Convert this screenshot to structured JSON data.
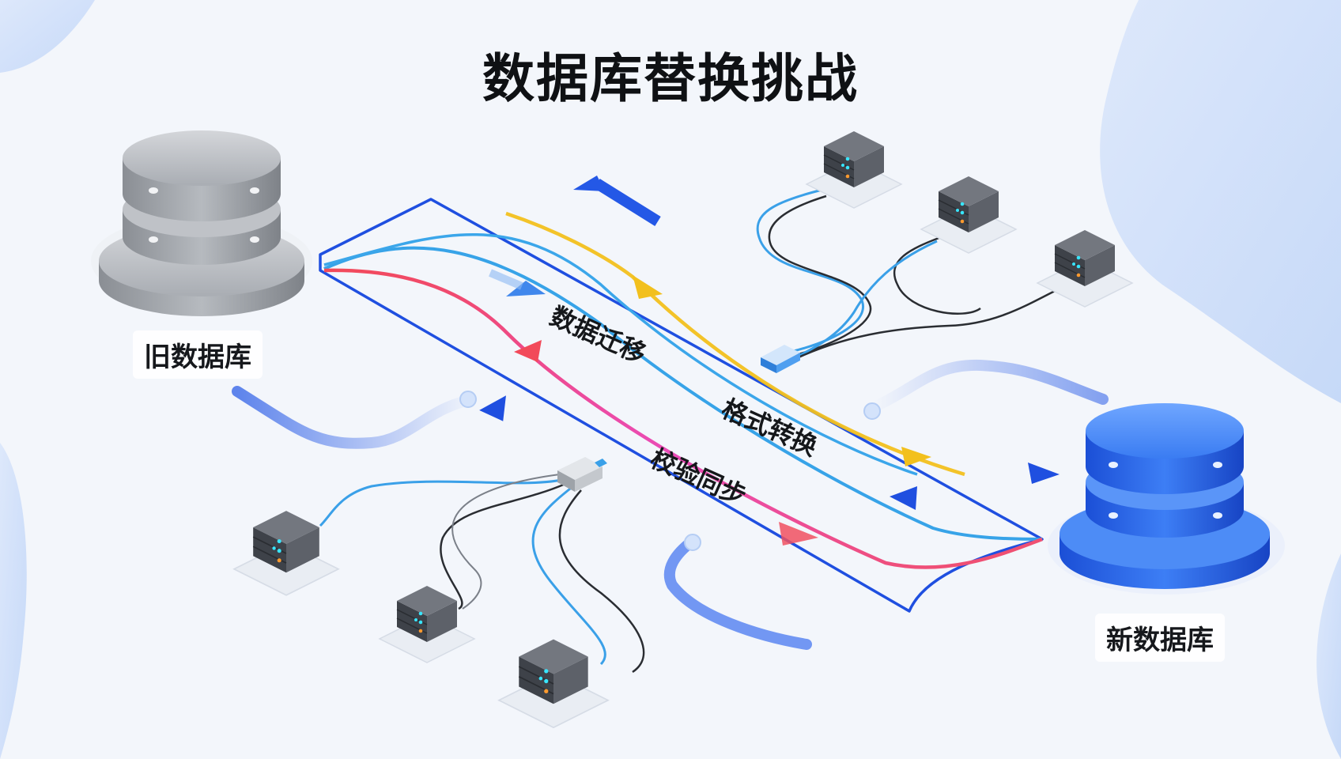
{
  "title": "数据库替换挑战",
  "old_db": {
    "label": "旧数据库",
    "icon": "database-icon",
    "color": "#8c9096"
  },
  "new_db": {
    "label": "新数据库",
    "icon": "database-icon",
    "color": "#2a6ae8"
  },
  "flows": [
    {
      "label": "数据迁移",
      "color": "#2a7de6"
    },
    {
      "label": "格式转换",
      "color": "#f2c01d"
    },
    {
      "label": "校验同步",
      "color": "#f24a5a"
    }
  ],
  "colors": {
    "blue": "#1f4fe0",
    "cyan": "#37a3e8",
    "yellow": "#f2c01d",
    "red": "#f24a5a",
    "magenta": "#e64ac9"
  },
  "icons": [
    "server-icon",
    "network-switch-icon",
    "cable-icon",
    "arrow-icon"
  ]
}
